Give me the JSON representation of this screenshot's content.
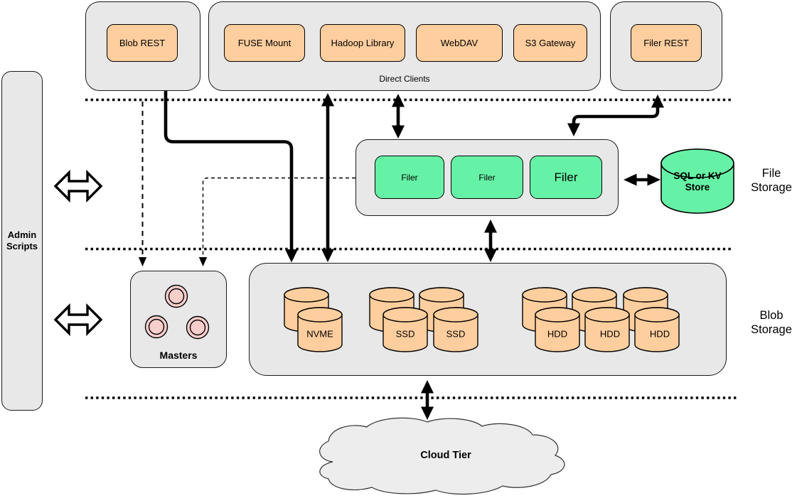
{
  "colors": {
    "container_gray": "#E8E8E8",
    "box_orange": "#FFCE9E",
    "box_green": "#66F2A6",
    "circle_pink": "#F8CECC",
    "cloud_gray": "#EDEDED",
    "line_black": "#000000"
  },
  "admin_panel": {
    "label": "Admin\nScripts"
  },
  "top_row": {
    "blob_rest_label": "Blob REST",
    "direct_clients": {
      "group_label": "Direct Clients",
      "clients": [
        "FUSE Mount",
        "Hadoop Library",
        "WebDAV",
        "S3 Gateway"
      ]
    },
    "filer_rest_label": "Filer REST"
  },
  "file_storage_tier": {
    "filers": [
      "Filer",
      "Filer",
      "Filer"
    ],
    "metadata_store_label": "SQL or KV\nStore",
    "tier_label": "File\nStorage"
  },
  "blob_storage_tier": {
    "masters_label": "Masters",
    "volume_labels": [
      "NVME",
      "SSD",
      "SSD",
      "HDD",
      "HDD",
      "HDD"
    ],
    "tier_label": "Blob\nStorage"
  },
  "cloud_tier": {
    "label": "Cloud Tier"
  }
}
